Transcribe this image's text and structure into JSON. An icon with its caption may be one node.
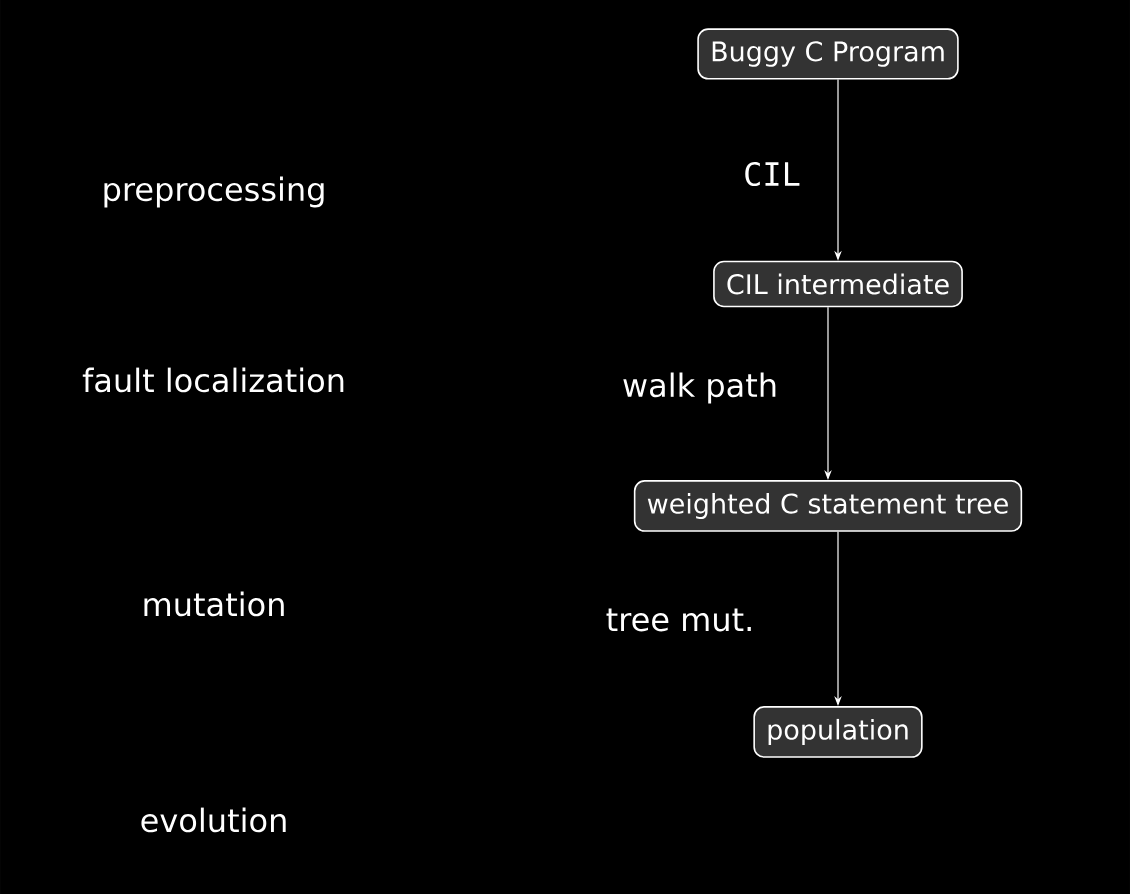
{
  "diagram": {
    "nodes": [
      {
        "text": [
          "Buggy C Program"
        ]
      },
      {
        "text": [
          "CIL intermediate"
        ]
      },
      {
        "text": [
          "weighted C statement tree"
        ]
      },
      {
        "text": [
          "population"
        ]
      }
    ],
    "edges": [
      {
        "from": 0,
        "to": 1,
        "arrow": "to",
        "label": "CIL"
      },
      {
        "from": 1,
        "to": 2,
        "arrow": "to",
        "label": "walk path"
      },
      {
        "from": 2,
        "to": 3,
        "arrow": "to",
        "label": "tree mut."
      }
    ],
    "labels": [
      "preprocessing",
      "fault localization",
      "mutation",
      "evolution"
    ]
  }
}
